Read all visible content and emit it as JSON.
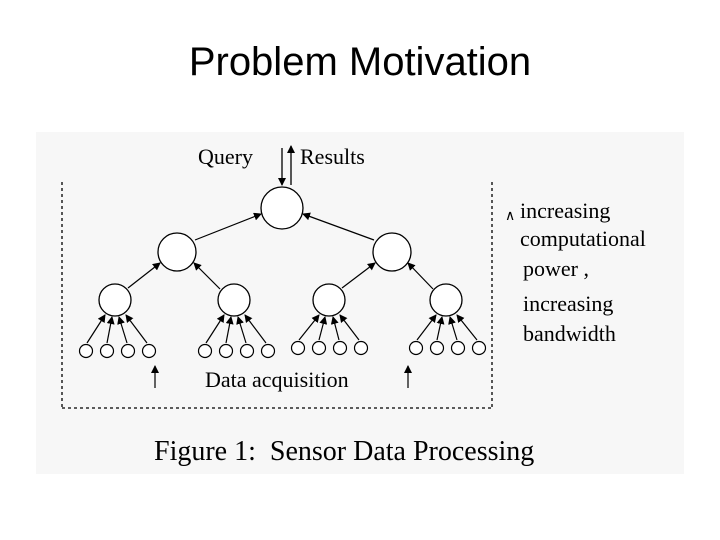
{
  "slide": {
    "title": "Problem Motivation"
  },
  "figure": {
    "query_label": "Query",
    "results_label": "Results",
    "acquisition_label": "Data acquisition",
    "side_note": [
      "increasing",
      "computational",
      "power ,",
      "increasing",
      "bandwidth"
    ],
    "caption": "Figure 1:  Sensor Data Processing"
  },
  "colors": {
    "background": "#ffffff",
    "panel": "#f7f7f7",
    "ink": "#000000"
  }
}
